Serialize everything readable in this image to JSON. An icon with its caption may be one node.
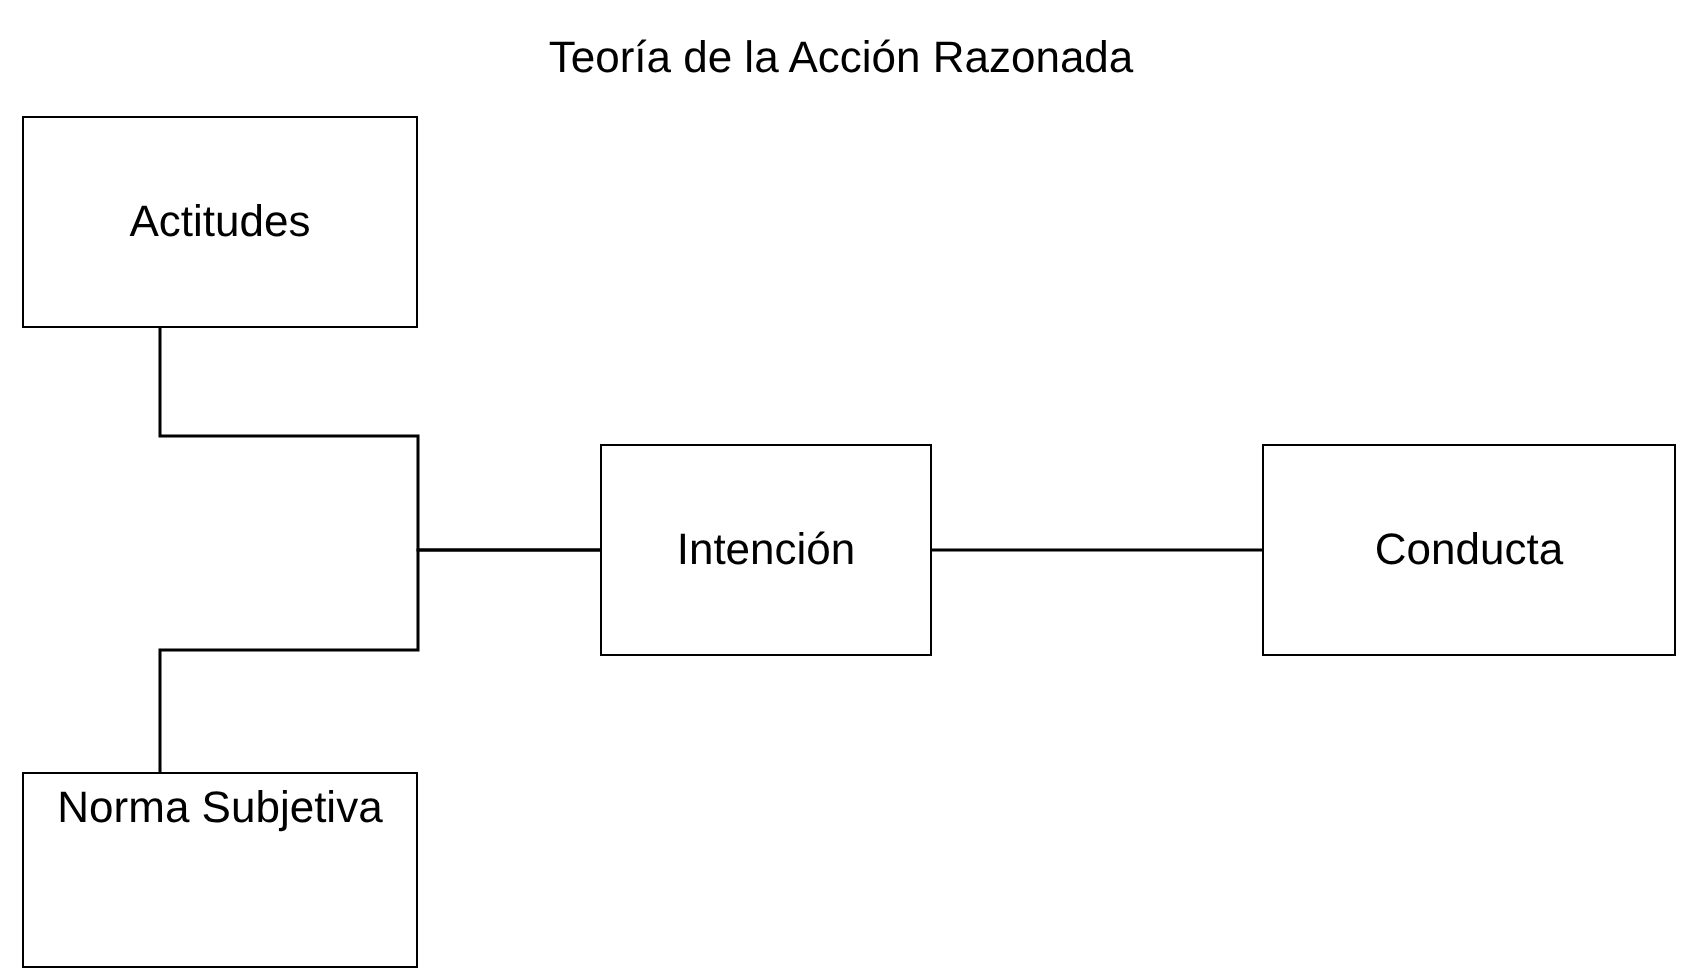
{
  "diagram": {
    "title": "Teoría de la Acción Razonada",
    "nodes": [
      {
        "text": [
          "Actitudes"
        ]
      },
      {
        "text": [
          "Intención"
        ]
      },
      {
        "text": [
          "Conducta"
        ]
      },
      {
        "text": [
          "Norma Subjetiva"
        ]
      }
    ],
    "edges": [
      {
        "from": 0,
        "to": 1,
        "arrow": "none"
      },
      {
        "from": 3,
        "to": 1,
        "arrow": "none"
      },
      {
        "from": 1,
        "to": 2,
        "arrow": "none"
      }
    ]
  }
}
